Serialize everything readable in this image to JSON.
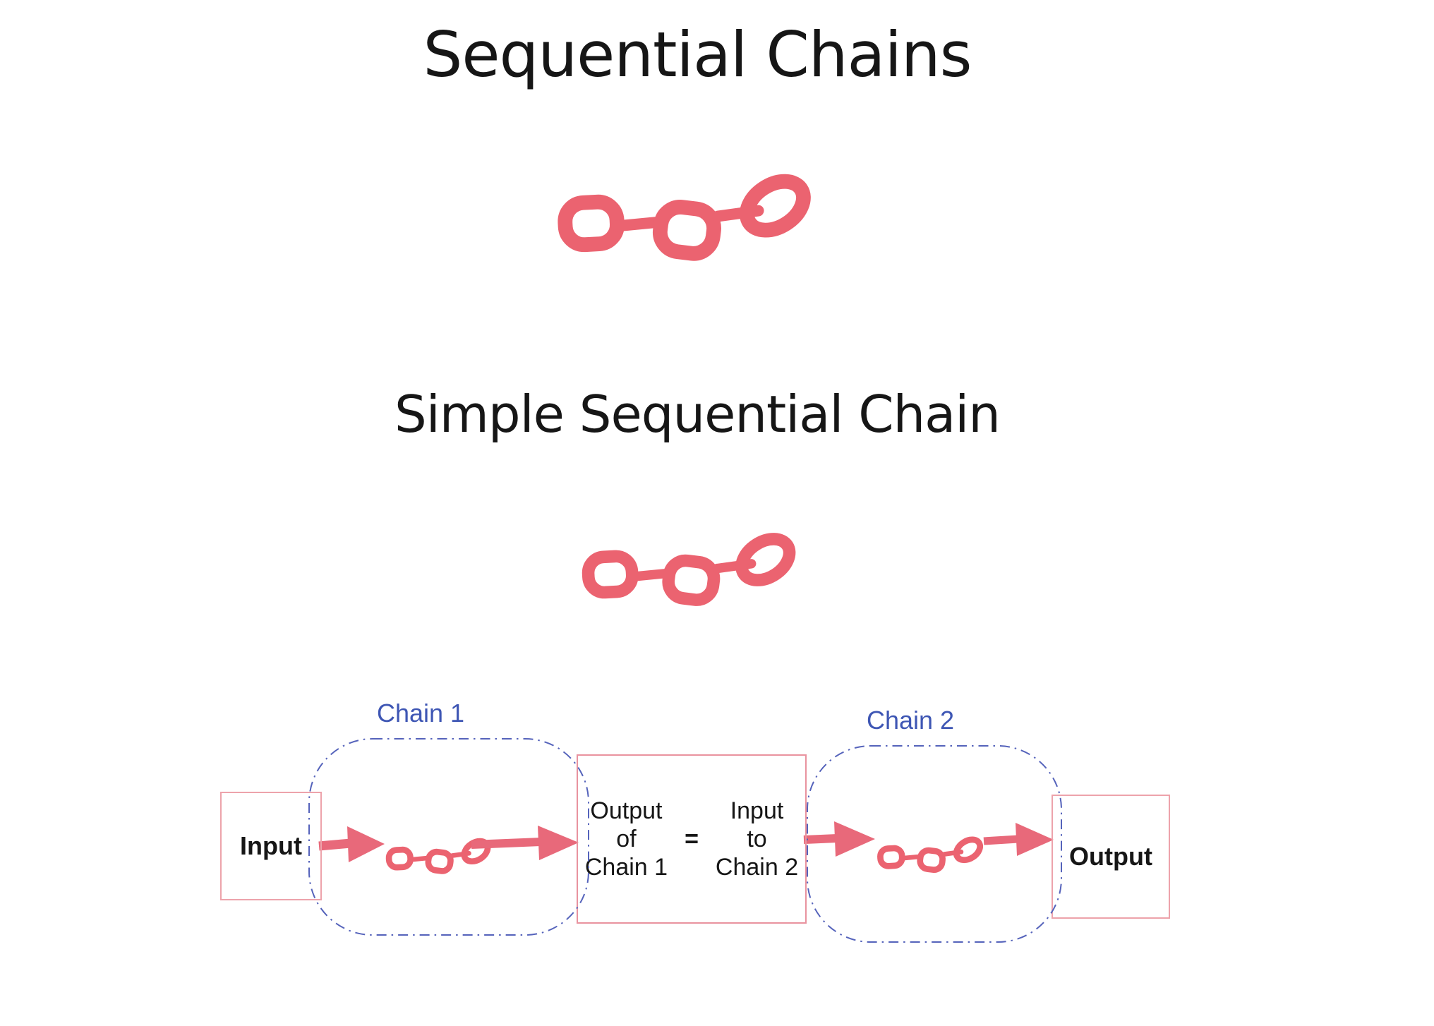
{
  "header": {
    "title": "Sequential Chains"
  },
  "section": {
    "subtitle": "Simple Sequential Chain"
  },
  "diagram": {
    "chain1": {
      "label": "Chain 1"
    },
    "chain2": {
      "label": "Chain 2"
    },
    "input": {
      "label": "Input"
    },
    "output": {
      "label": "Output"
    },
    "bridge": {
      "left": [
        "Output",
        "of",
        "Chain 1"
      ],
      "equals": "=",
      "right": [
        "Input",
        "to",
        "Chain 2"
      ]
    }
  },
  "icons": {
    "chain_icon": "three-link-chain"
  },
  "colors": {
    "chain": "#eb6370",
    "arrow": "#e8697a",
    "box_border": "#eda3ab",
    "bridge_border": "#e9939f",
    "cluster_border": "#5563bb",
    "cluster_label": "#3e56b4",
    "text": "#161616",
    "background": "#ffffff"
  }
}
